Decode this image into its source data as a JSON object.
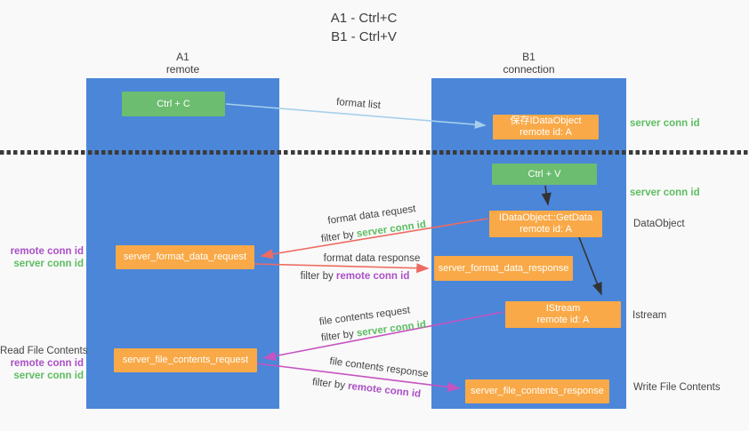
{
  "title": {
    "line1": "A1 - Ctrl+C",
    "line2": "B1 - Ctrl+V"
  },
  "lanes": {
    "left": {
      "name": "A1",
      "subtitle": "remote"
    },
    "right": {
      "name": "B1",
      "subtitle": "connection"
    }
  },
  "boxes": {
    "ctrl_c": "Ctrl + C",
    "ctrl_v": "Ctrl + V",
    "save_dataobject": {
      "line1": "保存IDataObject",
      "line2": "remote id: A"
    },
    "getdata": {
      "line1": "IDataObject::GetData",
      "line2": "remote id: A"
    },
    "istream": {
      "line1": "IStream",
      "line2": "remote id: A"
    },
    "format_request": "server_format_data_request",
    "format_response": "server_format_data_response",
    "file_request": "server_file_contents_request",
    "file_response": "server_file_contents_response"
  },
  "flow_labels": {
    "format_list": "format list",
    "format_data_request": "format data request",
    "format_data_response": "format data response",
    "file_contents_request": "file contents request",
    "file_contents_response": "file contents response",
    "filter_by": "filter by ",
    "server_conn_id": "server conn id",
    "remote_conn_id": "remote conn id"
  },
  "side_labels": {
    "left_remote_conn_id": "remote conn id",
    "left_server_conn_id": "server conn id",
    "read_file_contents": "Read File Contents",
    "left_remote_conn_id_2": "remote conn id",
    "left_server_conn_id_2": "server conn id",
    "right_server_conn_id_1": "server conn id",
    "right_server_conn_id_2": "server conn id",
    "dataobject": "DataObject",
    "istream": "Istream",
    "write_file_contents": "Write File Contents"
  },
  "colors": {
    "lane_blue": "#4b86d9",
    "box_green": "#6cbd6f",
    "box_orange": "#f9a947",
    "text_green": "#5dbd61",
    "text_purple": "#aa50c7",
    "arrow_red": "#ee6b62",
    "arrow_magenta": "#c653c1",
    "arrow_light_blue": "#a5cfec",
    "arrow_black": "#333333"
  }
}
